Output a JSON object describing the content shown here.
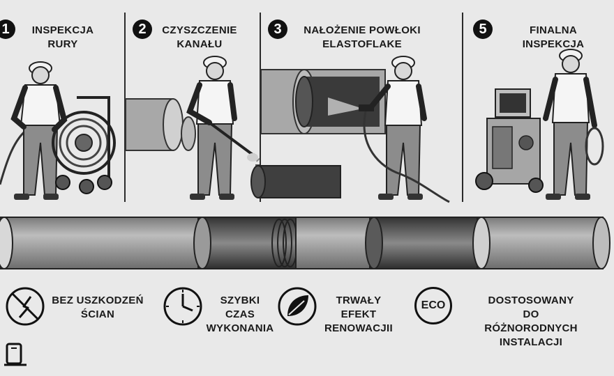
{
  "steps": [
    {
      "number": "1",
      "title_lines": [
        "INSPEKCJA",
        "RURY"
      ],
      "icon": "worker-with-camera-reel-icon"
    },
    {
      "number": "2",
      "title_lines": [
        "CZYSZCZENIE",
        "KANAŁU"
      ],
      "icon": "worker-pressure-washing-icon"
    },
    {
      "number": "3",
      "title_lines": [
        "NAŁOŻENIE POWŁOKI",
        "ELASTOFLAKE"
      ],
      "icon": "worker-spraying-coating-icon"
    },
    {
      "number": "5",
      "title_lines": [
        "FINALNA",
        "INSPEKCJA"
      ],
      "icon": "worker-with-inspection-station-icon"
    }
  ],
  "features": [
    {
      "lines": [
        "BEZ USZKODZEŃ",
        "ŚCIAN"
      ],
      "icon": "no-drilling-icon"
    },
    {
      "lines": [
        "SZYBKI",
        "CZAS",
        "WYKONANIA"
      ],
      "icon": "clock-icon"
    },
    {
      "lines": [
        "TRWAŁY",
        "EFEKT",
        "RENOWACJII"
      ],
      "icon": "leaf-icon"
    },
    {
      "lines": [
        "DOSTOSOWANY",
        "DO",
        "RÓŻNORODNYCH",
        "INSTALACJI"
      ],
      "icon": "eco-badge-icon",
      "badge": "ECO"
    }
  ],
  "colors": {
    "background": "#e9e9e9",
    "ink": "#111111",
    "pipe": "#9a9a9a"
  }
}
